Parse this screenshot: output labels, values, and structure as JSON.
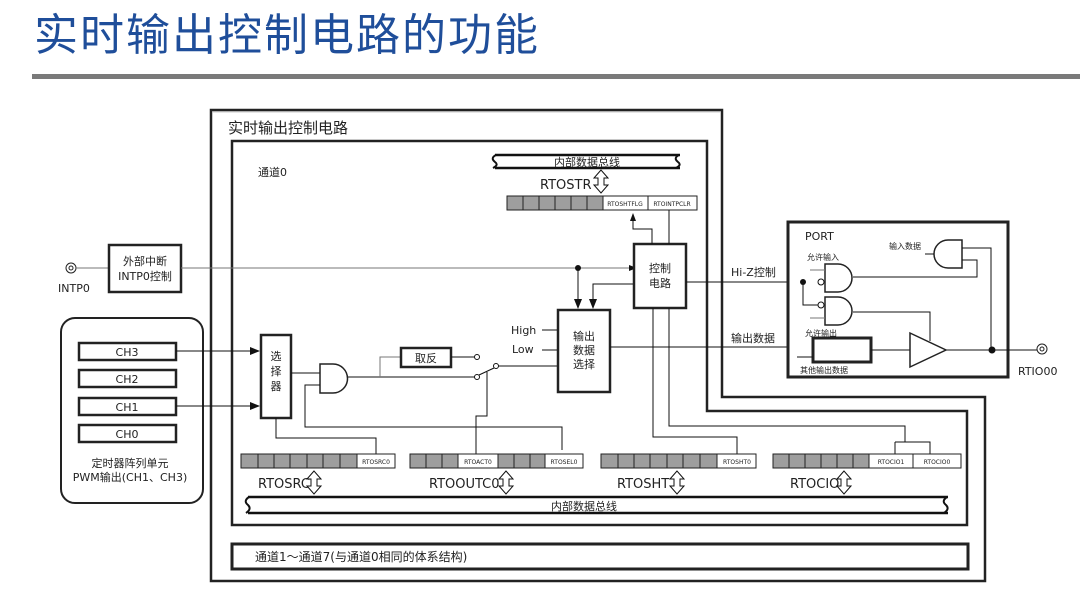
{
  "title": "实时输出控制电路的功能",
  "colors": {
    "title": "#1f4e9a",
    "rule": "#7a7a7a",
    "register_fill": "#9e9e9e"
  },
  "diagram": {
    "outer_label": "实时输出控制电路",
    "channel_label": "通道0",
    "other_channels_label": "通道1～通道7(与通道0相同的体系结构)",
    "bus_top_label": "内部数据总线",
    "bus_bottom_label": "内部数据总线",
    "rtostr": {
      "name": "RTOSTR",
      "bits": [
        "RTOSHTFLG",
        "RTOINTPCLR"
      ]
    },
    "intp": {
      "pin": "INTP0",
      "block": [
        "外部中断",
        "INTP0控制"
      ]
    },
    "timer": {
      "channels": [
        "CH3",
        "CH2",
        "CH1",
        "CH0"
      ],
      "caption": [
        "定时器阵列单元",
        "PWM输出(CH1、CH3)"
      ]
    },
    "selector": [
      "选",
      "择",
      "器"
    ],
    "invert": "取反",
    "high": "High",
    "low": "Low",
    "output_select": [
      "输出",
      "数据",
      "选择"
    ],
    "control": [
      "控制",
      "电路"
    ],
    "hiz": "Hi-Z控制",
    "out_data": "输出数据",
    "port": {
      "label": "PORT",
      "input_data": "输入数据",
      "enable_input": "允许输入",
      "enable_output": "允许输出",
      "other_output": "其他输出数据"
    },
    "rtio_pin": "RTIO00",
    "registers": [
      {
        "name": "RTOSRC",
        "bits": [
          "RTOSRC0"
        ]
      },
      {
        "name": "RTOOUTC0",
        "bits": [
          "RTOACT0",
          "RTOSEL0"
        ]
      },
      {
        "name": "RTOSHT",
        "bits": [
          "RTOSHT0"
        ]
      },
      {
        "name": "RTOCIO",
        "bits": [
          "RTOCIO1",
          "RTOCIO0"
        ]
      }
    ]
  }
}
